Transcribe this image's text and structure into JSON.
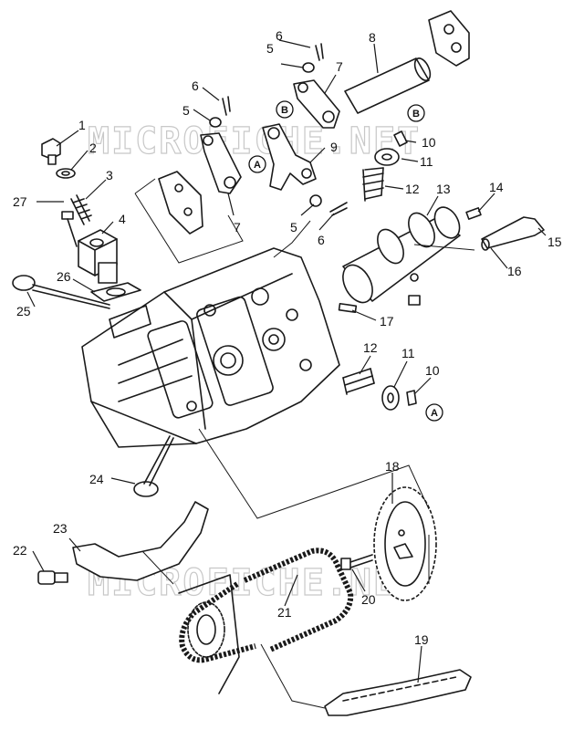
{
  "watermark": {
    "top_text": "MICROFICHE.NET",
    "bottom_text": "MICROFICHE.NET"
  },
  "callouts": [
    {
      "id": "c1",
      "label": "1"
    },
    {
      "id": "c2",
      "label": "2"
    },
    {
      "id": "c3",
      "label": "3"
    },
    {
      "id": "c4",
      "label": "4"
    },
    {
      "id": "c5a",
      "label": "5"
    },
    {
      "id": "c5b",
      "label": "5"
    },
    {
      "id": "c5c",
      "label": "5"
    },
    {
      "id": "c6a",
      "label": "6"
    },
    {
      "id": "c6b",
      "label": "6"
    },
    {
      "id": "c6c",
      "label": "6"
    },
    {
      "id": "c7a",
      "label": "7"
    },
    {
      "id": "c7b",
      "label": "7"
    },
    {
      "id": "c8",
      "label": "8"
    },
    {
      "id": "c9",
      "label": "9"
    },
    {
      "id": "c10a",
      "label": "10"
    },
    {
      "id": "c10b",
      "label": "10"
    },
    {
      "id": "c11a",
      "label": "11"
    },
    {
      "id": "c11b",
      "label": "11"
    },
    {
      "id": "c12a",
      "label": "12"
    },
    {
      "id": "c12b",
      "label": "12"
    },
    {
      "id": "c13",
      "label": "13"
    },
    {
      "id": "c14",
      "label": "14"
    },
    {
      "id": "c15",
      "label": "15"
    },
    {
      "id": "c16",
      "label": "16"
    },
    {
      "id": "c17",
      "label": "17"
    },
    {
      "id": "c18",
      "label": "18"
    },
    {
      "id": "c19",
      "label": "19"
    },
    {
      "id": "c20",
      "label": "20"
    },
    {
      "id": "c21",
      "label": "21"
    },
    {
      "id": "c22",
      "label": "22"
    },
    {
      "id": "c23",
      "label": "23"
    },
    {
      "id": "c24",
      "label": "24"
    },
    {
      "id": "c25",
      "label": "25"
    },
    {
      "id": "c26",
      "label": "26"
    },
    {
      "id": "c27",
      "label": "27"
    }
  ],
  "reference_markers": [
    {
      "id": "mA1",
      "letter": "A"
    },
    {
      "id": "mA2",
      "letter": "A"
    },
    {
      "id": "mB1",
      "letter": "B"
    },
    {
      "id": "mB2",
      "letter": "B"
    }
  ]
}
